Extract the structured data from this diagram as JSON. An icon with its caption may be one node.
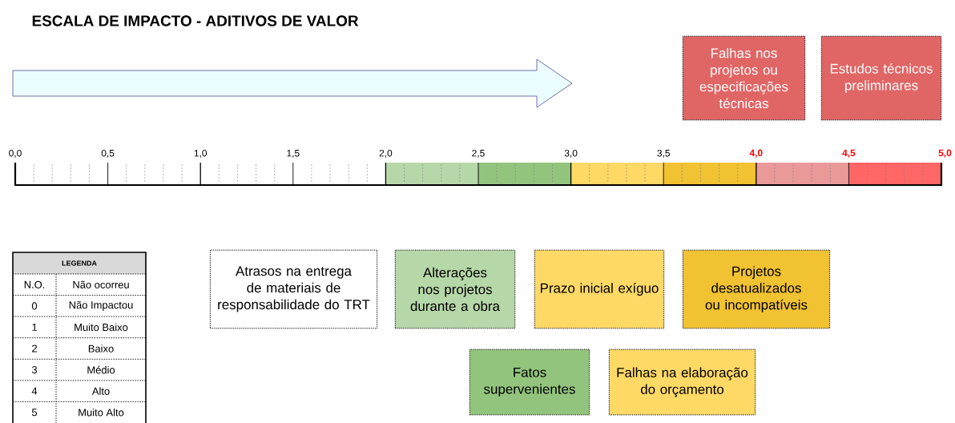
{
  "diagram": {
    "title": "ESCALA DE IMPACTO - ADITIVOS DE VALOR",
    "nodes": [
      {
        "text": [
          "Falhas nos projetos ou especificações técnicas"
        ]
      },
      {
        "text": [
          "Estudos técnicos preliminares"
        ]
      },
      {
        "text": [
          "Atrasos na entrega de materiais de responsabilidade do TRT"
        ]
      },
      {
        "text": [
          "Alterações nos projetos durante a obra"
        ]
      },
      {
        "text": [
          "Prazo inicial exíguo"
        ]
      },
      {
        "text": [
          "Projetos desatualizados ou incompatíveis"
        ]
      },
      {
        "text": [
          "Fatos supervenientes"
        ]
      },
      {
        "text": [
          "Falhas na elaboração do orçamento"
        ]
      }
    ],
    "labels": [
      "0,0",
      "0,5",
      "1,0",
      "1,5",
      "2,0",
      "2,5",
      "3,0",
      "3,5",
      "4,0",
      "4,5",
      "5,0",
      "LEGENDA",
      "N.O.",
      "Não ocorreu",
      "0",
      "Não Impactou",
      "1",
      "Muito Baixo",
      "2",
      "Baixo",
      "3",
      "Médio",
      "4",
      "Alto",
      "5",
      "Muito Alto"
    ]
  }
}
